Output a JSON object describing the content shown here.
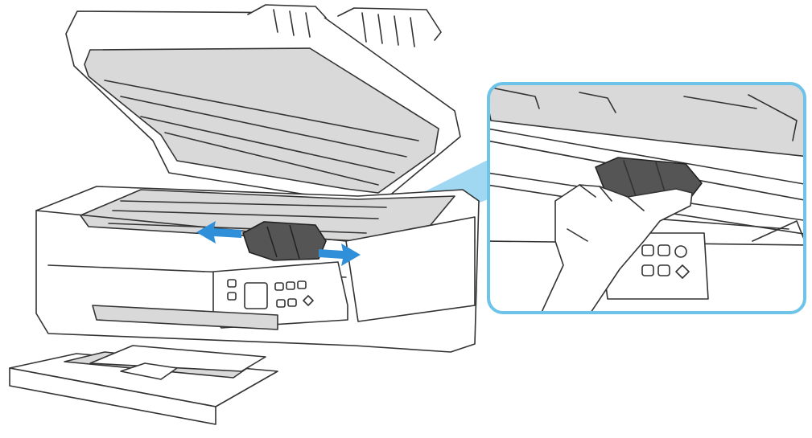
{
  "illustration": {
    "subject": "printer-scanner-unit-open-with-print-head-holder",
    "arrows": [
      "arrow-left",
      "arrow-right"
    ],
    "inset": "zoom-hand-moving-print-head-holder"
  },
  "colors": {
    "line": "#333333",
    "body_fill": "#ffffff",
    "shadow_fill": "#d9d9d9",
    "carriage_fill": "#555555",
    "arrow_blue": "#2f8fd8",
    "zoom_border": "#6ec3e8",
    "zoom_beam": "#8fd1ee"
  }
}
